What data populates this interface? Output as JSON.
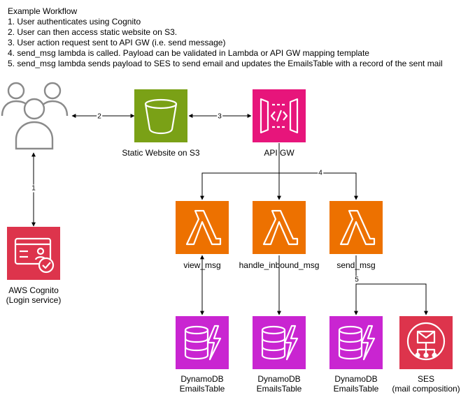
{
  "workflow": {
    "title": "Example Workflow",
    "steps": [
      "1. User authenticates using Cognito",
      "2. User can then access static website on S3.",
      "3. User action request sent to API GW (i.e. send message)",
      "4. send_msg lambda is called. Payload can be validated in Lambda or API GW mapping template",
      "5. send_msg lambda sends payload to SES to send email and updates the EmailsTable with a record of the sent mail"
    ]
  },
  "nodes": {
    "s3": {
      "label": "Static Website on S3",
      "color": "#7aa116"
    },
    "apigw": {
      "label": "API GW",
      "color": "#e7157b"
    },
    "cognito": {
      "line1": "AWS Cognito",
      "line2": "(Login service)",
      "color": "#dd344c"
    },
    "view_msg": {
      "label": "view_msg",
      "color": "#ed7100"
    },
    "handle_inbound_msg": {
      "label": "handle_inbound_msg",
      "color": "#ed7100"
    },
    "send_msg": {
      "label": "send_msg",
      "color": "#ed7100"
    },
    "db1": {
      "line1": "DynamoDB",
      "line2": "EmailsTable",
      "color": "#c925d1"
    },
    "db2": {
      "line1": "DynamoDB",
      "line2": "EmailsTable",
      "color": "#c925d1"
    },
    "db3": {
      "line1": "DynamoDB",
      "line2": "EmailsTable",
      "color": "#c925d1"
    },
    "ses": {
      "line1": "SES",
      "line2": "(mail composition)",
      "color": "#dd344c"
    }
  },
  "edge_labels": {
    "e1": "1",
    "e2": "2",
    "e3": "3",
    "e4": "4",
    "e5": "5"
  },
  "icons": [
    "users-icon",
    "s3-bucket-icon",
    "api-gateway-icon",
    "cognito-icon",
    "lambda-icon",
    "dynamodb-icon",
    "ses-icon"
  ]
}
